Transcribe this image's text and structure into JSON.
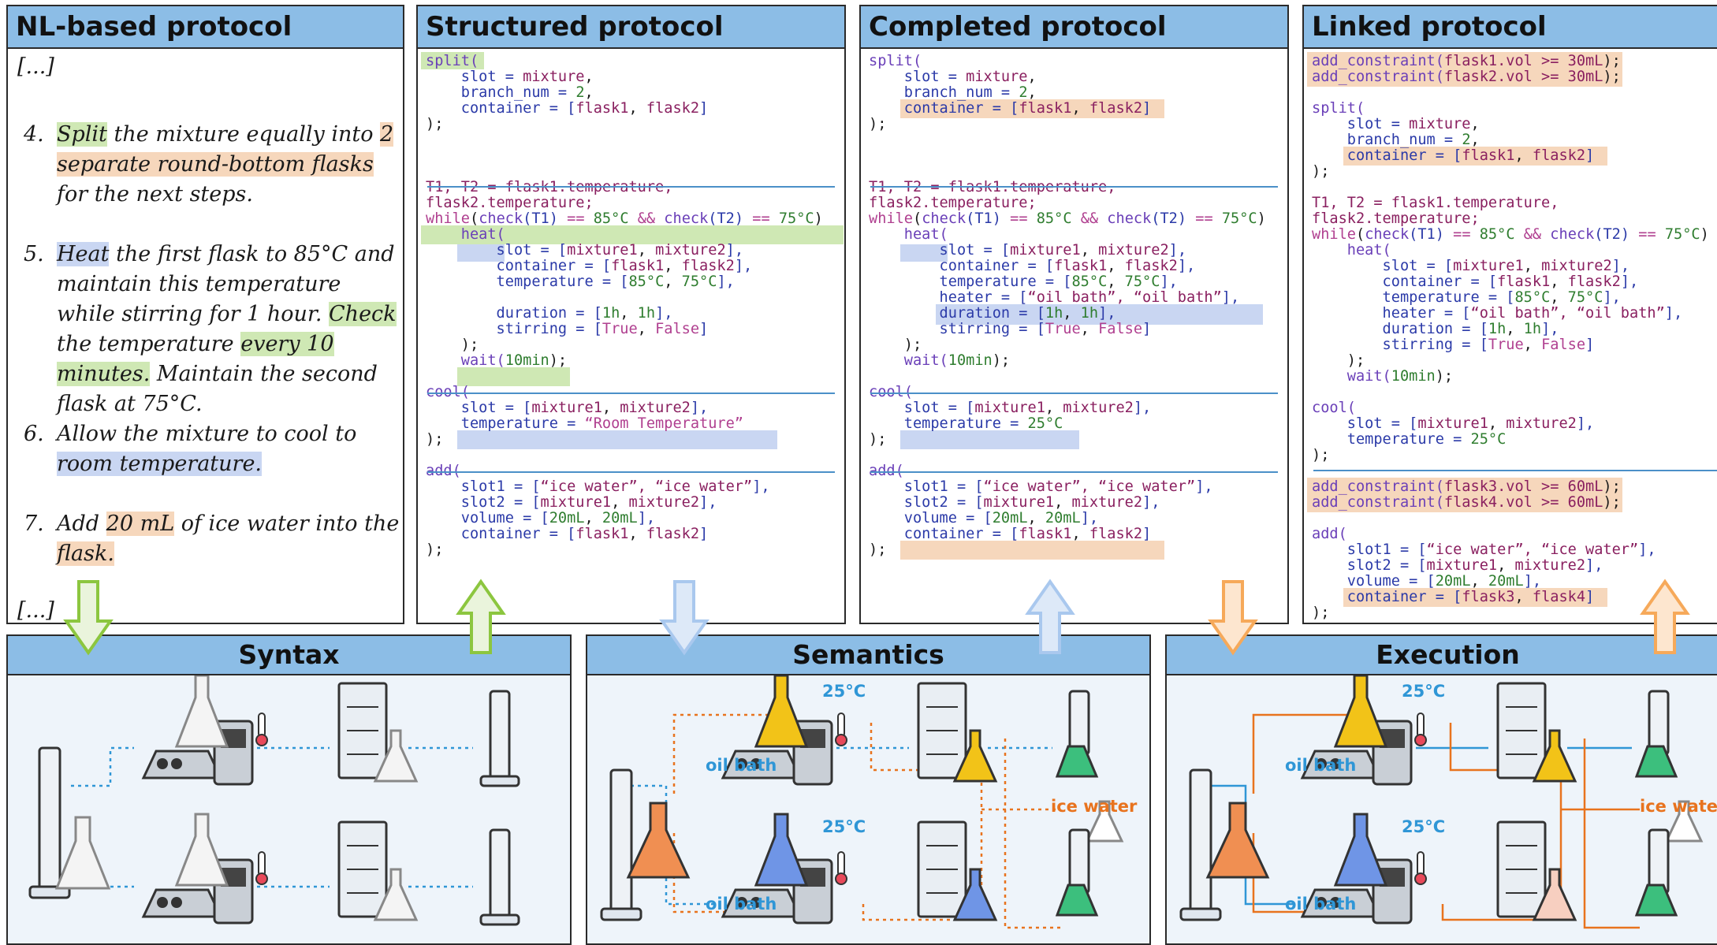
{
  "panels": {
    "nl": {
      "title": "NL-based  protocol",
      "ellipsis_top": "[...]",
      "ellipsis_bottom": "[...]",
      "steps": [
        {
          "num": "4.",
          "parts": [
            [
              "Split",
              "g"
            ],
            [
              " the mixture equally into ",
              ""
            ],
            [
              "2 separate round-bottom flasks",
              "o"
            ],
            [
              " for the next steps.",
              ""
            ]
          ]
        },
        {
          "num": "5.",
          "parts": [
            [
              "Heat",
              "b"
            ],
            [
              " the first flask to 85°C  and maintain this temperature while stirring for 1 hour. ",
              ""
            ],
            [
              "Check",
              "g"
            ],
            [
              " the temperature ",
              ""
            ],
            [
              "every 10 minutes.",
              "g"
            ],
            [
              " Maintain the second flask at 75°C.",
              ""
            ]
          ]
        },
        {
          "num": "6.",
          "parts": [
            [
              "Allow the mixture to cool to ",
              ""
            ],
            [
              "room temperature.",
              "b"
            ]
          ]
        },
        {
          "num": "7.",
          "parts": [
            [
              "Add ",
              ""
            ],
            [
              "20 mL",
              "o"
            ],
            [
              " of ice water into the ",
              ""
            ],
            [
              "flask.",
              "o"
            ]
          ]
        }
      ]
    },
    "structured": {
      "title": "Structured protocol"
    },
    "completed": {
      "title": "Completed protocol"
    },
    "linked": {
      "title": "Linked protocol"
    }
  },
  "code": {
    "structured": [
      [
        [
          "split(",
          "f"
        ]
      ],
      [
        [
          "    slot = ",
          "v"
        ],
        [
          "mixture",
          "s"
        ],
        [
          ",",
          "p"
        ]
      ],
      [
        [
          "    branch_num = ",
          "v"
        ],
        [
          "2",
          "n"
        ],
        [
          ",",
          "p"
        ]
      ],
      [
        [
          "    container = [",
          "v"
        ],
        [
          "flask1",
          "s"
        ],
        [
          ", ",
          "p"
        ],
        [
          "flask2",
          "s"
        ],
        [
          "]",
          "v"
        ]
      ],
      [
        [
          ");",
          "p"
        ]
      ],
      [],
      [],
      [],
      [
        [
          "T1, T2 = flask1.temperature,",
          "s"
        ]
      ],
      [
        [
          "flask2.temperature;",
          "s"
        ]
      ],
      [
        [
          "while",
          "o"
        ],
        [
          "(",
          "p"
        ],
        [
          "check",
          "f"
        ],
        [
          "(T1) ",
          "v"
        ],
        [
          "==",
          "o"
        ],
        [
          " 85°C ",
          "n"
        ],
        [
          "&&",
          "o"
        ],
        [
          " check",
          "f"
        ],
        [
          "(T2) ",
          "v"
        ],
        [
          "==",
          "o"
        ],
        [
          " 75°C",
          "n"
        ],
        [
          ")",
          "p"
        ]
      ],
      [
        [
          "    heat(",
          "f"
        ]
      ],
      [
        [
          "        slot = [",
          "v"
        ],
        [
          "mixture1",
          "s"
        ],
        [
          ", ",
          "p"
        ],
        [
          "mixture2",
          "s"
        ],
        [
          "],",
          "v"
        ]
      ],
      [
        [
          "        container = [",
          "v"
        ],
        [
          "flask1",
          "s"
        ],
        [
          ", ",
          "p"
        ],
        [
          "flask2",
          "s"
        ],
        [
          "],",
          "v"
        ]
      ],
      [
        [
          "        temperature = [",
          "v"
        ],
        [
          "85°C",
          "n"
        ],
        [
          ", ",
          "p"
        ],
        [
          "75°C",
          "n"
        ],
        [
          "],",
          "v"
        ]
      ],
      [],
      [
        [
          "        duration = [",
          "v"
        ],
        [
          "1h",
          "n"
        ],
        [
          ", ",
          "p"
        ],
        [
          "1h",
          "n"
        ],
        [
          "],",
          "v"
        ]
      ],
      [
        [
          "        stirring = [",
          "v"
        ],
        [
          "True",
          "o"
        ],
        [
          ", ",
          "p"
        ],
        [
          "False",
          "o"
        ],
        [
          "]",
          "v"
        ]
      ],
      [
        [
          "    );",
          "p"
        ]
      ],
      [
        [
          "    wait(",
          "f"
        ],
        [
          "10min",
          "n"
        ],
        [
          ");",
          "p"
        ]
      ],
      [],
      [
        [
          "cool(",
          "f"
        ]
      ],
      [
        [
          "    slot = [",
          "v"
        ],
        [
          "mixture1",
          "s"
        ],
        [
          ", ",
          "p"
        ],
        [
          "mixture2",
          "s"
        ],
        [
          "],",
          "v"
        ]
      ],
      [
        [
          "    temperature = ",
          "v"
        ],
        [
          "“Room Temperature”",
          "ko"
        ]
      ],
      [
        [
          ");",
          "p"
        ]
      ],
      [],
      [
        [
          "add(",
          "f"
        ]
      ],
      [
        [
          "    slot1 = [",
          "v"
        ],
        [
          "“ice water”, “ice water”",
          "s"
        ],
        [
          "],",
          "v"
        ]
      ],
      [
        [
          "    slot2 = [",
          "v"
        ],
        [
          "mixture1",
          "s"
        ],
        [
          ", ",
          "p"
        ],
        [
          "mixture2",
          "s"
        ],
        [
          "],",
          "v"
        ]
      ],
      [
        [
          "    volume = [",
          "v"
        ],
        [
          "20mL",
          "n"
        ],
        [
          ", ",
          "p"
        ],
        [
          "20mL",
          "n"
        ],
        [
          "],",
          "v"
        ]
      ],
      [
        [
          "    container = [",
          "v"
        ],
        [
          "flask1",
          "s"
        ],
        [
          ", ",
          "p"
        ],
        [
          "flask2",
          "s"
        ],
        [
          "]",
          "v"
        ]
      ],
      [
        [
          ");",
          "p"
        ]
      ]
    ],
    "completed": [
      [
        [
          "split(",
          "f"
        ]
      ],
      [
        [
          "    slot = ",
          "v"
        ],
        [
          "mixture",
          "s"
        ],
        [
          ",",
          "p"
        ]
      ],
      [
        [
          "    branch_num = ",
          "v"
        ],
        [
          "2",
          "n"
        ],
        [
          ",",
          "p"
        ]
      ],
      [
        [
          "    container = [",
          "v"
        ],
        [
          "flask1",
          "s"
        ],
        [
          ", ",
          "p"
        ],
        [
          "flask2",
          "s"
        ],
        [
          "]",
          "v"
        ]
      ],
      [
        [
          ");",
          "p"
        ]
      ],
      [],
      [],
      [],
      [
        [
          "T1, T2 = flask1.temperature,",
          "s"
        ]
      ],
      [
        [
          "flask2.temperature;",
          "s"
        ]
      ],
      [
        [
          "while",
          "o"
        ],
        [
          "(",
          "p"
        ],
        [
          "check",
          "f"
        ],
        [
          "(T1) ",
          "v"
        ],
        [
          "==",
          "o"
        ],
        [
          " 85°C ",
          "n"
        ],
        [
          "&&",
          "o"
        ],
        [
          " check",
          "f"
        ],
        [
          "(T2) ",
          "v"
        ],
        [
          "==",
          "o"
        ],
        [
          " 75°C",
          "n"
        ],
        [
          ")",
          "p"
        ]
      ],
      [
        [
          "    heat(",
          "f"
        ]
      ],
      [
        [
          "        slot = [",
          "v"
        ],
        [
          "mixture1",
          "s"
        ],
        [
          ", ",
          "p"
        ],
        [
          "mixture2",
          "s"
        ],
        [
          "],",
          "v"
        ]
      ],
      [
        [
          "        container = [",
          "v"
        ],
        [
          "flask1",
          "s"
        ],
        [
          ", ",
          "p"
        ],
        [
          "flask2",
          "s"
        ],
        [
          "],",
          "v"
        ]
      ],
      [
        [
          "        temperature = [",
          "v"
        ],
        [
          "85°C",
          "n"
        ],
        [
          ", ",
          "p"
        ],
        [
          "75°C",
          "n"
        ],
        [
          "],",
          "v"
        ]
      ],
      [
        [
          "        heater = [",
          "v"
        ],
        [
          "“oil bath”, “oil bath”",
          "s"
        ],
        [
          "],",
          "v"
        ]
      ],
      [
        [
          "        duration = [",
          "v"
        ],
        [
          "1h",
          "n"
        ],
        [
          ", ",
          "p"
        ],
        [
          "1h",
          "n"
        ],
        [
          "],",
          "v"
        ]
      ],
      [
        [
          "        stirring = [",
          "v"
        ],
        [
          "True",
          "o"
        ],
        [
          ", ",
          "p"
        ],
        [
          "False",
          "o"
        ],
        [
          "]",
          "v"
        ]
      ],
      [
        [
          "    );",
          "p"
        ]
      ],
      [
        [
          "    wait(",
          "f"
        ],
        [
          "10min",
          "n"
        ],
        [
          ");",
          "p"
        ]
      ],
      [],
      [
        [
          "cool(",
          "f"
        ]
      ],
      [
        [
          "    slot = [",
          "v"
        ],
        [
          "mixture1",
          "s"
        ],
        [
          ", ",
          "p"
        ],
        [
          "mixture2",
          "s"
        ],
        [
          "],",
          "v"
        ]
      ],
      [
        [
          "    temperature = ",
          "v"
        ],
        [
          "25°C",
          "n"
        ]
      ],
      [
        [
          ");",
          "p"
        ]
      ],
      [],
      [
        [
          "add(",
          "f"
        ]
      ],
      [
        [
          "    slot1 = [",
          "v"
        ],
        [
          "“ice water”, “ice water”",
          "s"
        ],
        [
          "],",
          "v"
        ]
      ],
      [
        [
          "    slot2 = [",
          "v"
        ],
        [
          "mixture1",
          "s"
        ],
        [
          ", ",
          "p"
        ],
        [
          "mixture2",
          "s"
        ],
        [
          "],",
          "v"
        ]
      ],
      [
        [
          "    volume = [",
          "v"
        ],
        [
          "20mL",
          "n"
        ],
        [
          ", ",
          "p"
        ],
        [
          "20mL",
          "n"
        ],
        [
          "],",
          "v"
        ]
      ],
      [
        [
          "    container = [",
          "v"
        ],
        [
          "flask1",
          "s"
        ],
        [
          ", ",
          "p"
        ],
        [
          "flask2",
          "s"
        ],
        [
          "]",
          "v"
        ]
      ],
      [
        [
          ");",
          "p"
        ]
      ]
    ],
    "linked": [
      [
        [
          "add_constraint(",
          "f"
        ],
        [
          "flask1.vol >= 30mL",
          "s"
        ],
        [
          ");",
          "p"
        ]
      ],
      [
        [
          "add_constraint(",
          "f"
        ],
        [
          "flask2.vol >= 30mL",
          "s"
        ],
        [
          ");",
          "p"
        ]
      ],
      [],
      [
        [
          "split(",
          "f"
        ]
      ],
      [
        [
          "    slot = ",
          "v"
        ],
        [
          "mixture",
          "s"
        ],
        [
          ",",
          "p"
        ]
      ],
      [
        [
          "    branch_num = ",
          "v"
        ],
        [
          "2",
          "n"
        ],
        [
          ",",
          "p"
        ]
      ],
      [
        [
          "    container = [",
          "v"
        ],
        [
          "flask1",
          "s"
        ],
        [
          ", ",
          "p"
        ],
        [
          "flask2",
          "s"
        ],
        [
          "]",
          "v"
        ]
      ],
      [
        [
          ");",
          "p"
        ]
      ],
      [],
      [
        [
          "T1, T2 = flask1.temperature,",
          "s"
        ]
      ],
      [
        [
          "flask2.temperature;",
          "s"
        ]
      ],
      [
        [
          "while",
          "o"
        ],
        [
          "(",
          "p"
        ],
        [
          "check",
          "f"
        ],
        [
          "(T1) ",
          "v"
        ],
        [
          "==",
          "o"
        ],
        [
          " 85°C ",
          "n"
        ],
        [
          "&&",
          "o"
        ],
        [
          " check",
          "f"
        ],
        [
          "(T2) ",
          "v"
        ],
        [
          "==",
          "o"
        ],
        [
          " 75°C",
          "n"
        ],
        [
          ")",
          "p"
        ]
      ],
      [
        [
          "    heat(",
          "f"
        ]
      ],
      [
        [
          "        slot = [",
          "v"
        ],
        [
          "mixture1",
          "s"
        ],
        [
          ", ",
          "p"
        ],
        [
          "mixture2",
          "s"
        ],
        [
          "],",
          "v"
        ]
      ],
      [
        [
          "        container = [",
          "v"
        ],
        [
          "flask1",
          "s"
        ],
        [
          ", ",
          "p"
        ],
        [
          "flask2",
          "s"
        ],
        [
          "],",
          "v"
        ]
      ],
      [
        [
          "        temperature = [",
          "v"
        ],
        [
          "85°C",
          "n"
        ],
        [
          ", ",
          "p"
        ],
        [
          "75°C",
          "n"
        ],
        [
          "],",
          "v"
        ]
      ],
      [
        [
          "        heater = [",
          "v"
        ],
        [
          "“oil bath”, “oil bath”",
          "s"
        ],
        [
          "],",
          "v"
        ]
      ],
      [
        [
          "        duration = [",
          "v"
        ],
        [
          "1h",
          "n"
        ],
        [
          ", ",
          "p"
        ],
        [
          "1h",
          "n"
        ],
        [
          "],",
          "v"
        ]
      ],
      [
        [
          "        stirring = [",
          "v"
        ],
        [
          "True",
          "o"
        ],
        [
          ", ",
          "p"
        ],
        [
          "False",
          "o"
        ],
        [
          "]",
          "v"
        ]
      ],
      [
        [
          "    );",
          "p"
        ]
      ],
      [
        [
          "    wait(",
          "f"
        ],
        [
          "10min",
          "n"
        ],
        [
          ");",
          "p"
        ]
      ],
      [],
      [
        [
          "cool(",
          "f"
        ]
      ],
      [
        [
          "    slot = [",
          "v"
        ],
        [
          "mixture1",
          "s"
        ],
        [
          ", ",
          "p"
        ],
        [
          "mixture2",
          "s"
        ],
        [
          "],",
          "v"
        ]
      ],
      [
        [
          "    temperature = ",
          "v"
        ],
        [
          "25°C",
          "n"
        ]
      ],
      [
        [
          ");",
          "p"
        ]
      ],
      [],
      [
        [
          "add_constraint(",
          "f"
        ],
        [
          "flask3.vol >= 60mL",
          "s"
        ],
        [
          ");",
          "p"
        ]
      ],
      [
        [
          "add_constraint(",
          "f"
        ],
        [
          "flask4.vol >= 60mL",
          "s"
        ],
        [
          ");",
          "p"
        ]
      ],
      [],
      [
        [
          "add(",
          "f"
        ]
      ],
      [
        [
          "    slot1 = [",
          "v"
        ],
        [
          "“ice water”, “ice water”",
          "s"
        ],
        [
          "],",
          "v"
        ]
      ],
      [
        [
          "    slot2 = [",
          "v"
        ],
        [
          "mixture1",
          "s"
        ],
        [
          ", ",
          "p"
        ],
        [
          "mixture2",
          "s"
        ],
        [
          "],",
          "v"
        ]
      ],
      [
        [
          "    volume = [",
          "v"
        ],
        [
          "20mL",
          "n"
        ],
        [
          ", ",
          "p"
        ],
        [
          "20mL",
          "n"
        ],
        [
          "],",
          "v"
        ]
      ],
      [
        [
          "    container = [",
          "v"
        ],
        [
          "flask3",
          "s"
        ],
        [
          ", ",
          "p"
        ],
        [
          "flask4",
          "s"
        ],
        [
          "]",
          "v"
        ]
      ],
      [
        [
          ");",
          "p"
        ]
      ]
    ]
  },
  "stages": {
    "syntax": {
      "title": "Syntax"
    },
    "semantics": {
      "title": "Semantics",
      "temp_top": "25°C",
      "temp_bottom": "25°C",
      "bath_top": "oil bath",
      "bath_bottom": "oil bath",
      "ice": "ice water"
    },
    "execution": {
      "title": "Execution",
      "temp_top": "25°C",
      "temp_bottom": "25°C",
      "bath_top": "oil bath",
      "bath_bottom": "oil bath",
      "ice": "ice water"
    }
  },
  "colors": {
    "header_blue": "#8cbde6",
    "highlight_green": "#cfe8b4",
    "highlight_orange": "#f6d7bc",
    "highlight_blue": "#c9d6f2",
    "arrow_green": "#8cc63f",
    "arrow_blue": "#a9c8ee",
    "arrow_orange": "#f6a95a",
    "link_blue": "#2f96d6",
    "link_orange": "#e8731e",
    "liquid_yellow": "#f2c318",
    "liquid_green": "#3cbf7d",
    "liquid_orange": "#f08f52",
    "liquid_blue": "#6f95e6",
    "liquid_pink": "#f7cfc0"
  }
}
